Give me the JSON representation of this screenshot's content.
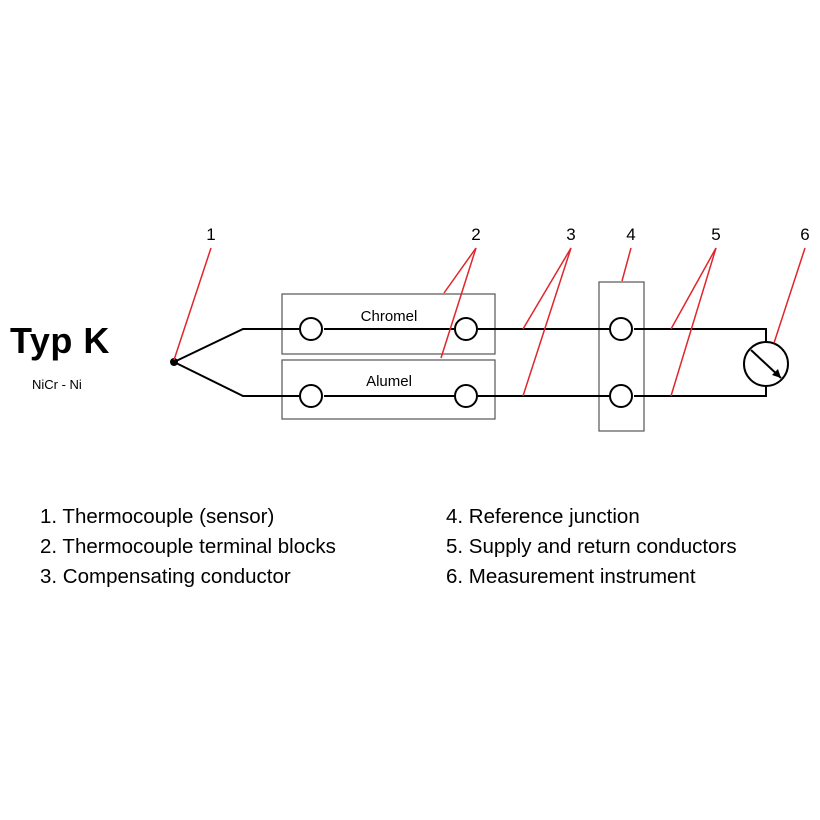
{
  "title": "Typ K",
  "subtitle": "NiCr - Ni",
  "callouts": [
    "1",
    "2",
    "3",
    "4",
    "5",
    "6"
  ],
  "block_labels": {
    "top": "Chromel",
    "bottom": "Alumel"
  },
  "legend": {
    "left": [
      "1. Thermocouple (sensor)",
      "2. Thermocouple terminal blocks",
      "3. Compensating conductor"
    ],
    "right": [
      "4. Reference junction",
      "5. Supply and return conductors",
      "6. Measurement instrument"
    ]
  },
  "colors": {
    "leader": "#e0262b",
    "wire": "#000000",
    "box": "#555555"
  }
}
